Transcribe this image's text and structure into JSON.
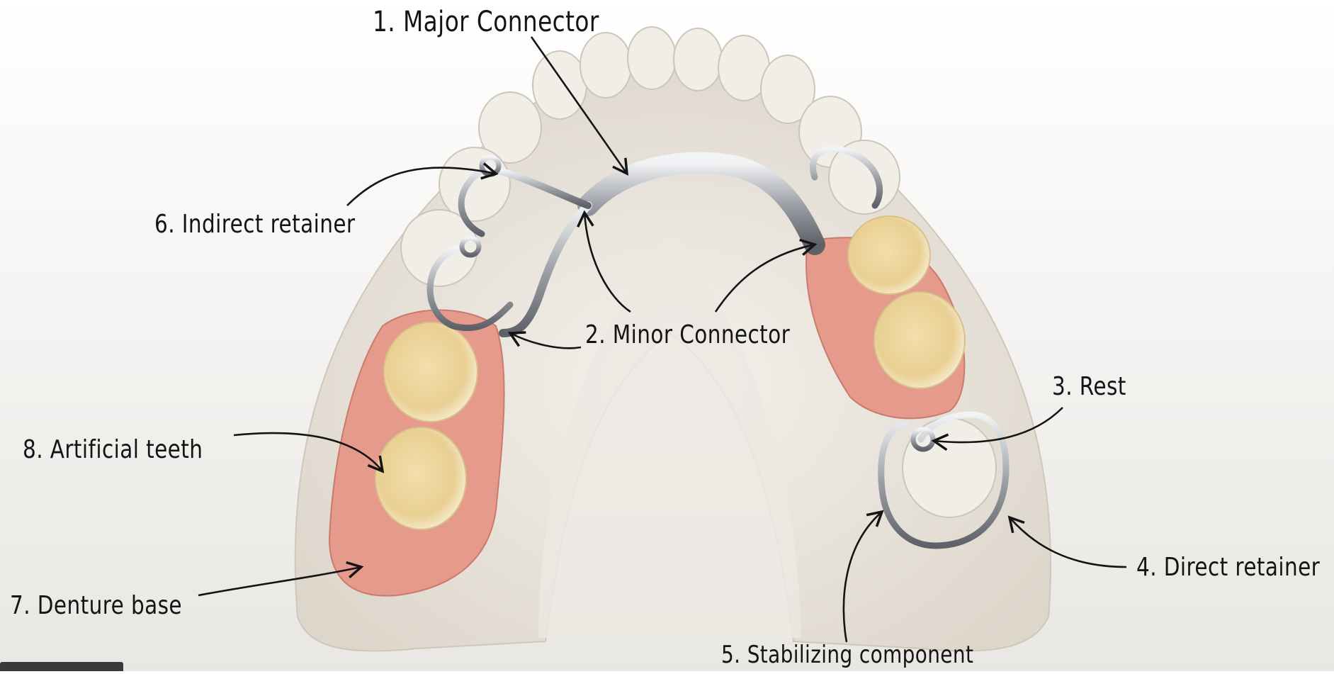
{
  "labels": {
    "major_connector": "1. Major Connector",
    "minor_connector": "2. Minor Connector",
    "rest": "3. Rest",
    "direct_retainer": "4. Direct retainer",
    "stabilizing_component": "5. Stabilizing component",
    "indirect_retainer": "6. Indirect retainer",
    "denture_base": "7. Denture base",
    "artificial_teeth": "8. Artificial teeth"
  },
  "colors": {
    "cast": "#ece7df",
    "cast_shadow": "#d9d2c6",
    "gum": "#e79c8f",
    "tooth": "#efd9a6",
    "metal": "#c7c9cc",
    "ink": "#141414"
  }
}
